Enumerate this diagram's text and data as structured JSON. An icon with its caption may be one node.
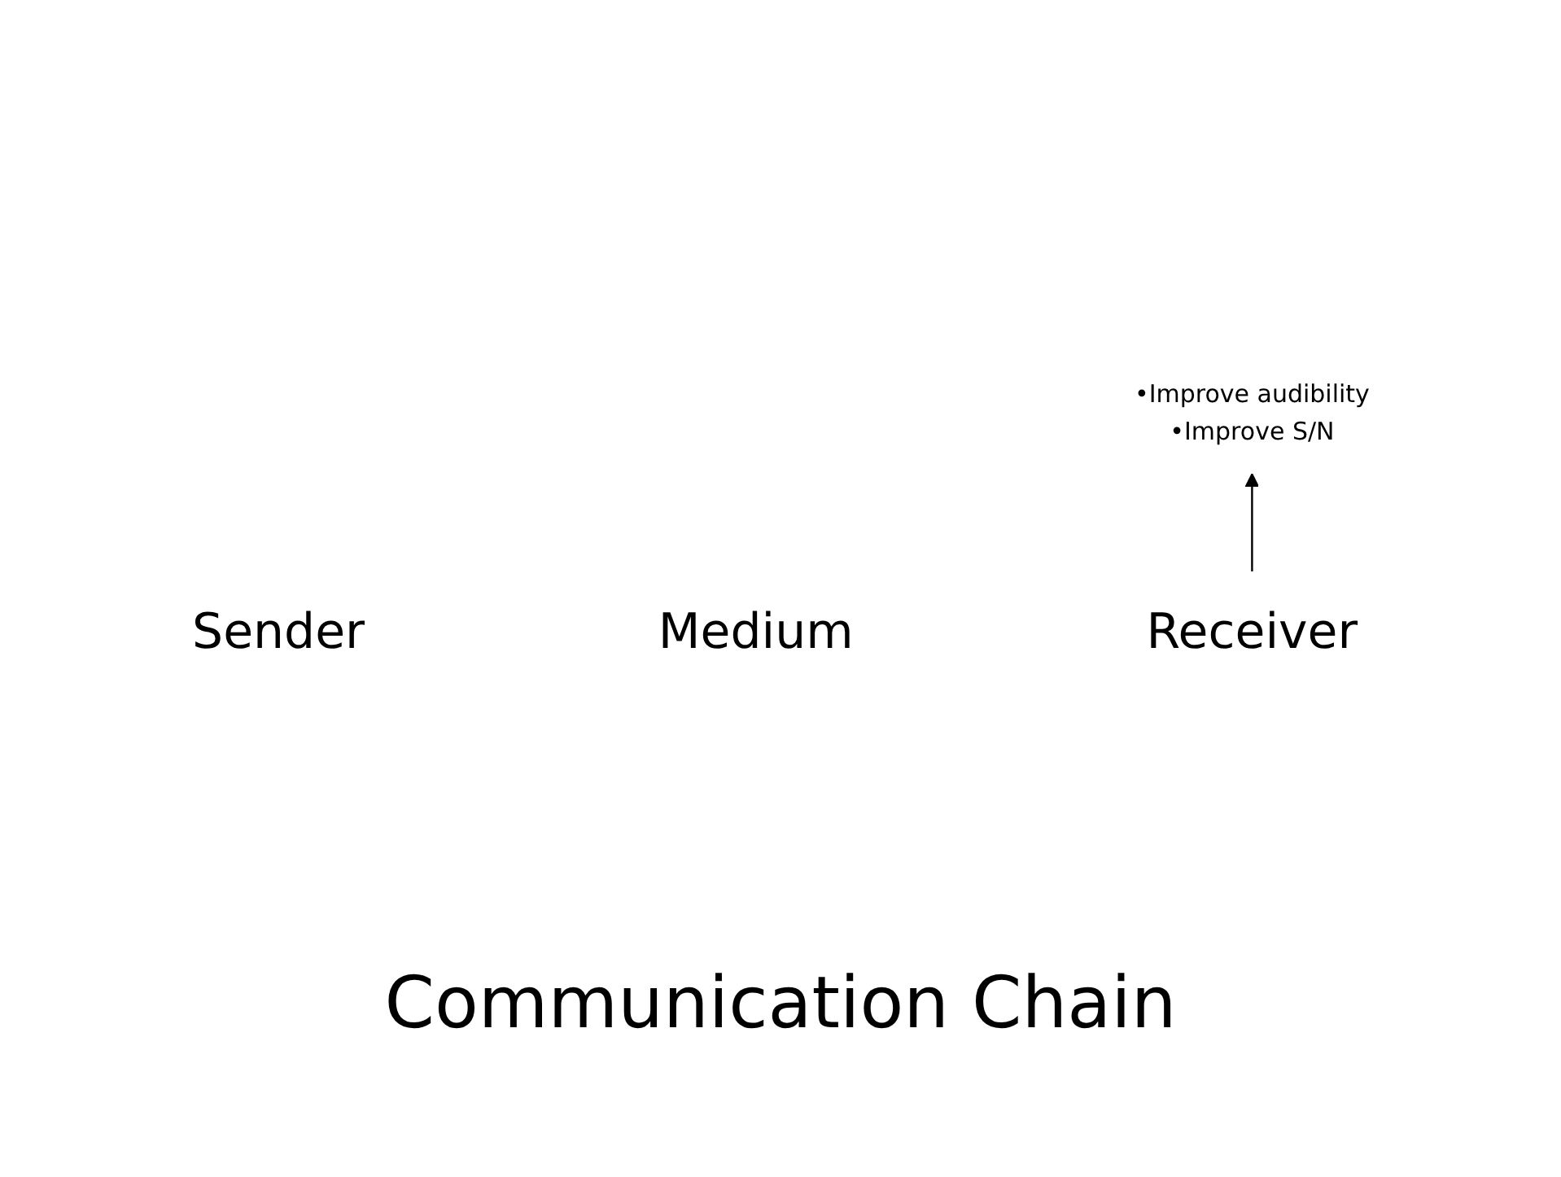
{
  "diagram": {
    "title": "Communication Chain",
    "nodes": [
      {
        "text": [
          "•Improve audibility",
          "•Improve S/N"
        ]
      },
      {
        "text": [
          "Sender"
        ]
      },
      {
        "text": [
          "Medium"
        ]
      },
      {
        "text": [
          "Receiver"
        ]
      }
    ],
    "edges": [
      {
        "from": 3,
        "to": 0,
        "arrow": "to"
      }
    ]
  }
}
